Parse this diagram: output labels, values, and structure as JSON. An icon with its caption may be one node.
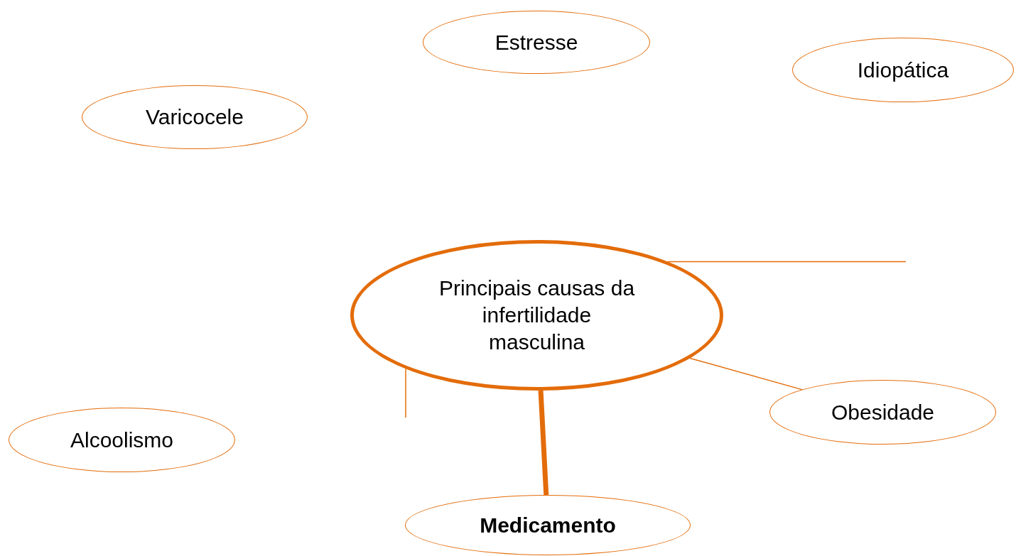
{
  "diagram": {
    "nodes": [
      {
        "text": [
          "Estresse"
        ]
      },
      {
        "text": [
          "Idiopática"
        ]
      },
      {
        "text": [
          "Varicocele"
        ]
      },
      {
        "text": [
          "Principais causas da infertilidade masculina"
        ]
      },
      {
        "text": [
          "Obesidade"
        ]
      },
      {
        "text": [
          "Alcoolismo"
        ]
      },
      {
        "text": [
          "Medicamento"
        ]
      }
    ],
    "edges": [
      {
        "from": 3,
        "to": 4,
        "arrow": "none"
      },
      {
        "from": 3,
        "to": 6,
        "arrow": "none",
        "style": "thick"
      },
      {
        "from": 3,
        "to": null,
        "arrow": "none"
      },
      {
        "from": 3,
        "to": null,
        "arrow": "none"
      }
    ]
  }
}
